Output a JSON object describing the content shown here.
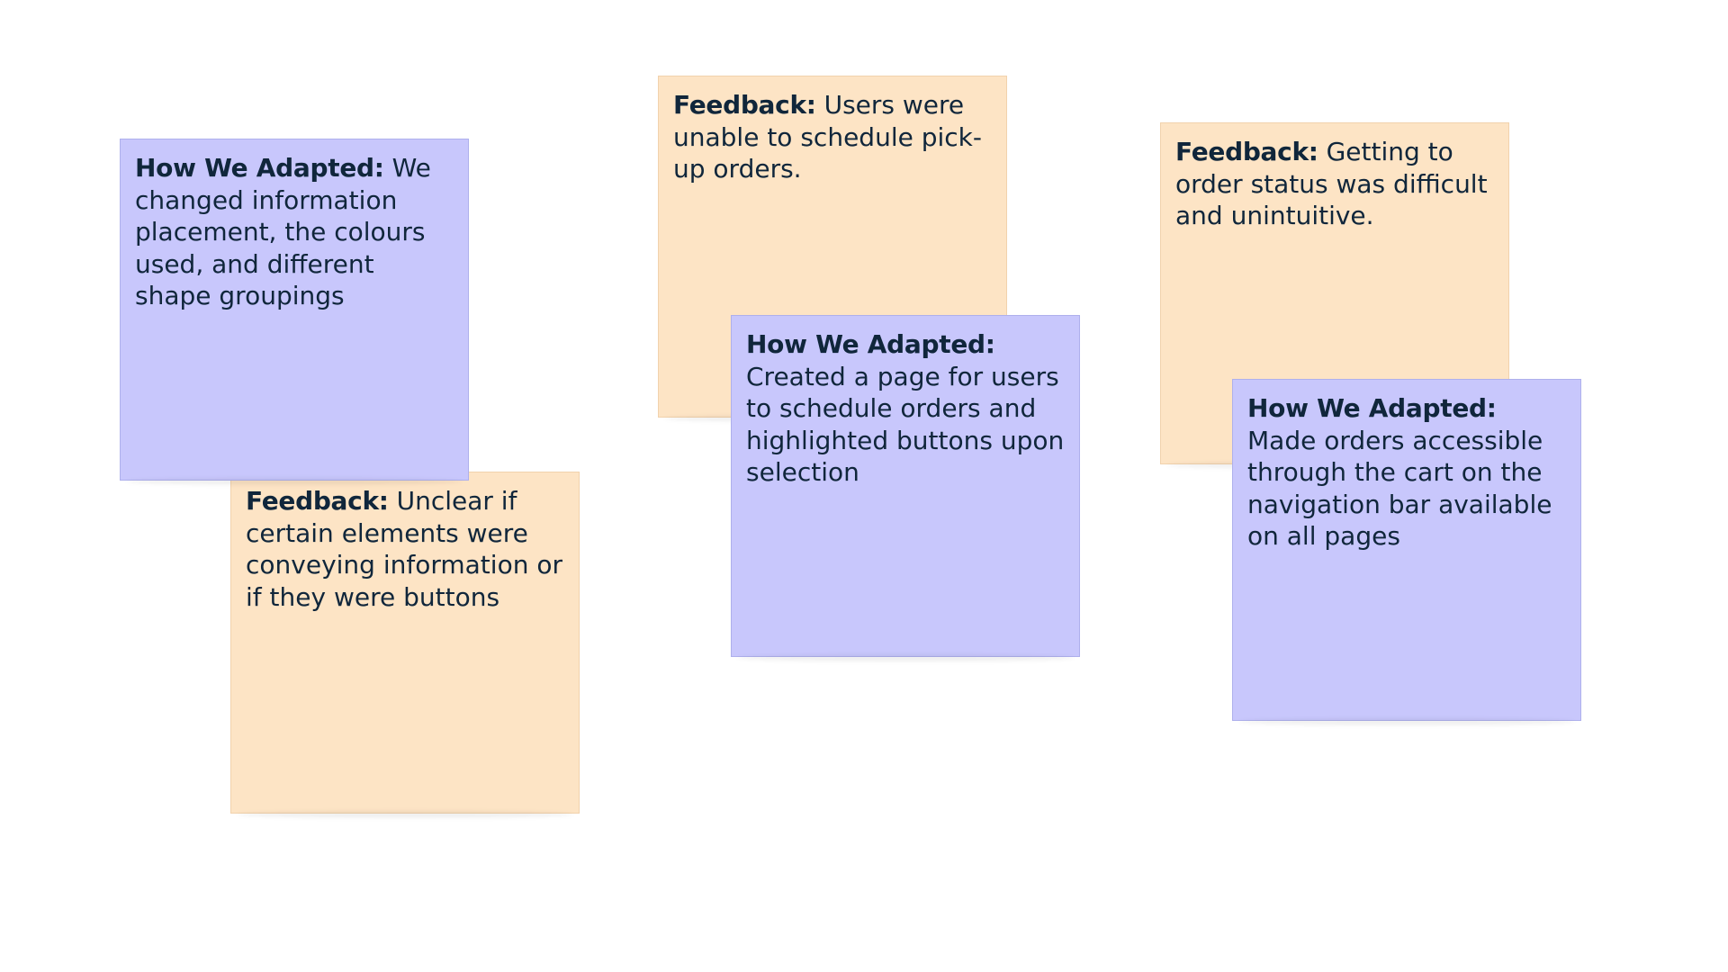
{
  "colors": {
    "feedback_note": "#fde4c5",
    "adapted_note": "#c8c7fc",
    "text": "#10263b",
    "background": "#ffffff"
  },
  "notes": [
    {
      "label": "How We Adapted:",
      "text": " We changed information placement, the colours used, and different shape groupings"
    },
    {
      "label": "Feedback:",
      "text": " Unclear if certain elements were conveying information or if they were buttons"
    },
    {
      "label": "Feedback:",
      "text": " Users were unable to schedule pick-up orders."
    },
    {
      "label": "How We Adapted:",
      "text": " Created a page for users to schedule orders and highlighted buttons upon selection"
    },
    {
      "label": "Feedback:",
      "text": " Getting to order status was difficult and unintuitive."
    },
    {
      "label": "How We Adapted:",
      "text": " Made orders accessible through the cart on the navigation bar available on all pages"
    }
  ]
}
